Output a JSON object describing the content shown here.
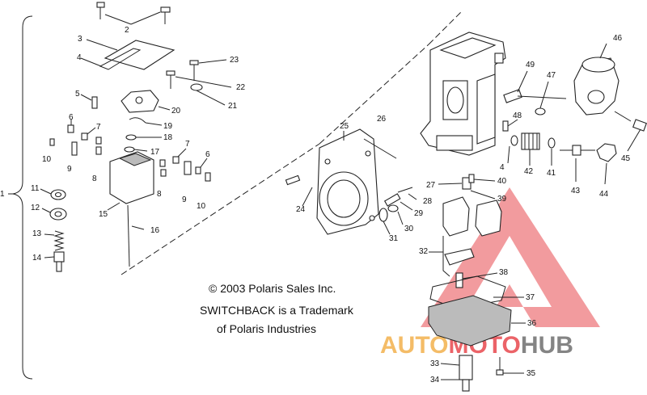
{
  "copyright": {
    "line1": "© 2003 Polaris Sales Inc.",
    "line2": "SWITCHBACK is a Trademark",
    "line3": "of Polaris Industries"
  },
  "watermark": {
    "part1": "AUTO",
    "part2": "MOTO",
    "part3": "HUB",
    "color_red": "#e8484e",
    "color_orange": "#f2b04c",
    "color_gray": "#6f6f6f"
  },
  "callouts": {
    "n1": "1",
    "n2": "2",
    "n3": "3",
    "n4": "4",
    "n5": "5",
    "n6a": "6",
    "n6b": "6",
    "n7a": "7",
    "n7b": "7",
    "n8a": "8",
    "n8b": "8",
    "n9a": "9",
    "n9b": "9",
    "n10a": "10",
    "n10b": "10",
    "n11": "11",
    "n12": "12",
    "n13": "13",
    "n14": "14",
    "n15": "15",
    "n16": "16",
    "n17": "17",
    "n18": "18",
    "n19": "19",
    "n20": "20",
    "n21": "21",
    "n22": "22",
    "n23": "23",
    "n24": "24",
    "n25": "25",
    "n26": "26",
    "n27": "27",
    "n28": "28",
    "n29": "29",
    "n30": "30",
    "n31": "31",
    "n32": "32",
    "n33": "33",
    "n34": "34",
    "n35": "35",
    "n36": "36",
    "n37": "37",
    "n38": "38",
    "n39": "39",
    "n40": "40",
    "n41": "41",
    "n42": "42",
    "n43": "43",
    "n44": "44",
    "n45": "45",
    "n46": "46",
    "n47": "47",
    "n48": "48",
    "n49": "49"
  }
}
